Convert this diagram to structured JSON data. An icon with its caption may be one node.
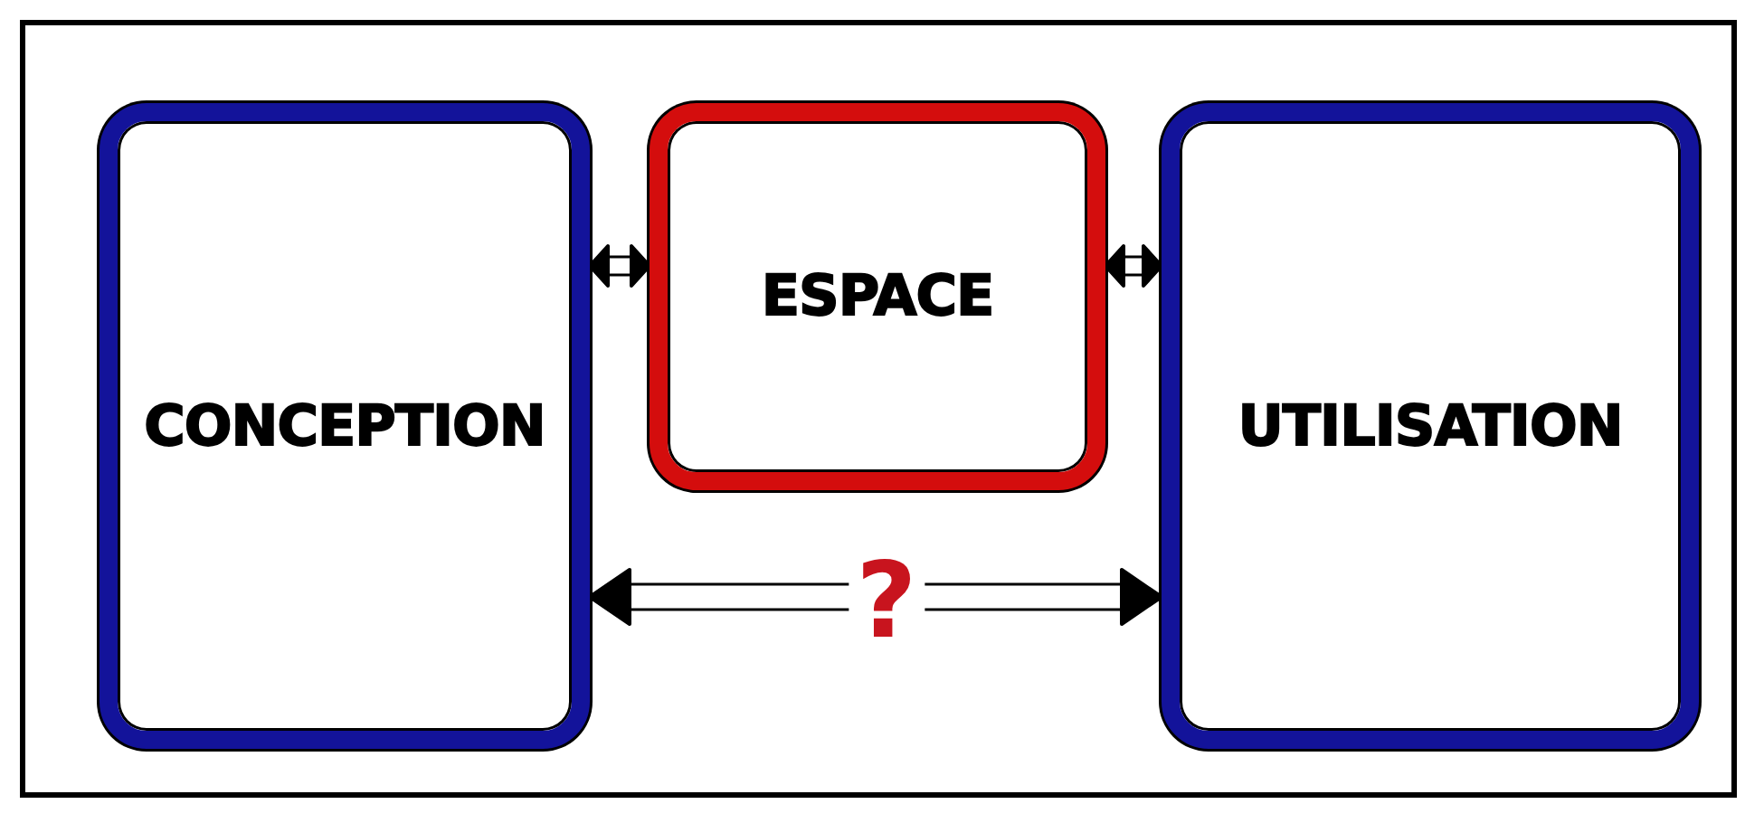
{
  "diagram": {
    "nodes": [
      {
        "text": [
          "CONCEPTION"
        ]
      },
      {
        "text": [
          "ESPACE"
        ]
      },
      {
        "text": [
          "UTILISATION"
        ]
      }
    ],
    "edges": [
      {
        "from": 0,
        "to": 1,
        "arrow": "both"
      },
      {
        "from": 1,
        "to": 2,
        "arrow": "both"
      },
      {
        "from": 0,
        "to": 2,
        "arrow": "both",
        "label": "?"
      }
    ]
  }
}
